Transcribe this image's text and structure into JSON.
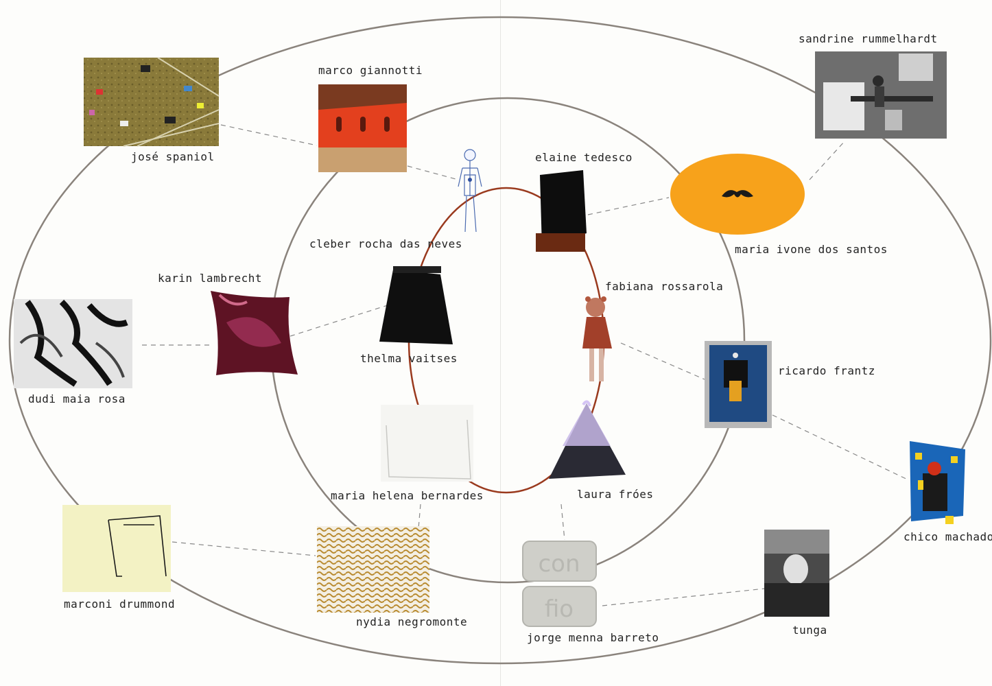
{
  "artists": {
    "jose_spaniol": "josé spaniol",
    "marco_giannotti": "marco giannotti",
    "sandrine_rummelhardt": "sandrine rummelhardt",
    "elaine_tedesco": "elaine tedesco",
    "maria_ivone_dos_santos": "maria ivone dos santos",
    "cleber_rocha_das_neves": "cleber rocha das neves",
    "karin_lambrecht": "karin lambrecht",
    "fabiana_rossarola": "fabiana rossarola",
    "thelma_vaitses": "thelma vaitses",
    "dudi_maia_rosa": "dudi maia rosa",
    "ricardo_frantz": "ricardo frantz",
    "maria_helena_bernardes": "maria helena bernardes",
    "laura_froes": "laura fróes",
    "chico_machado": "chico machado",
    "marconi_drummond": "marconi drummond",
    "nydia_negromonte": "nydia negromonte",
    "jorge_menna_barreto": "jorge menna barreto",
    "tunga": "tunga"
  },
  "artwork_text": {
    "con": "con",
    "fio": "fio"
  },
  "colors": {
    "ring": "#8a837c",
    "inner_ring": "#9a3a1e",
    "dash": "#888888",
    "orange": "#f7a21b"
  }
}
